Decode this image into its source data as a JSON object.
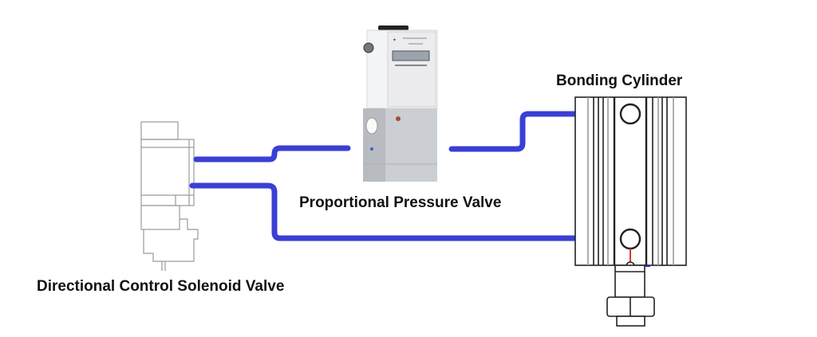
{
  "labels": {
    "bonding_cylinder": "Bonding Cylinder",
    "proportional_valve": "Proportional Pressure Valve",
    "solenoid_valve": "Directional Control Solenoid Valve"
  },
  "colors": {
    "tube": "#3a3fd6",
    "valve_body": "#c9cdd2",
    "valve_top": "#f2f3f4",
    "outline": "#222222",
    "indicator_red": "#d23a2a"
  }
}
